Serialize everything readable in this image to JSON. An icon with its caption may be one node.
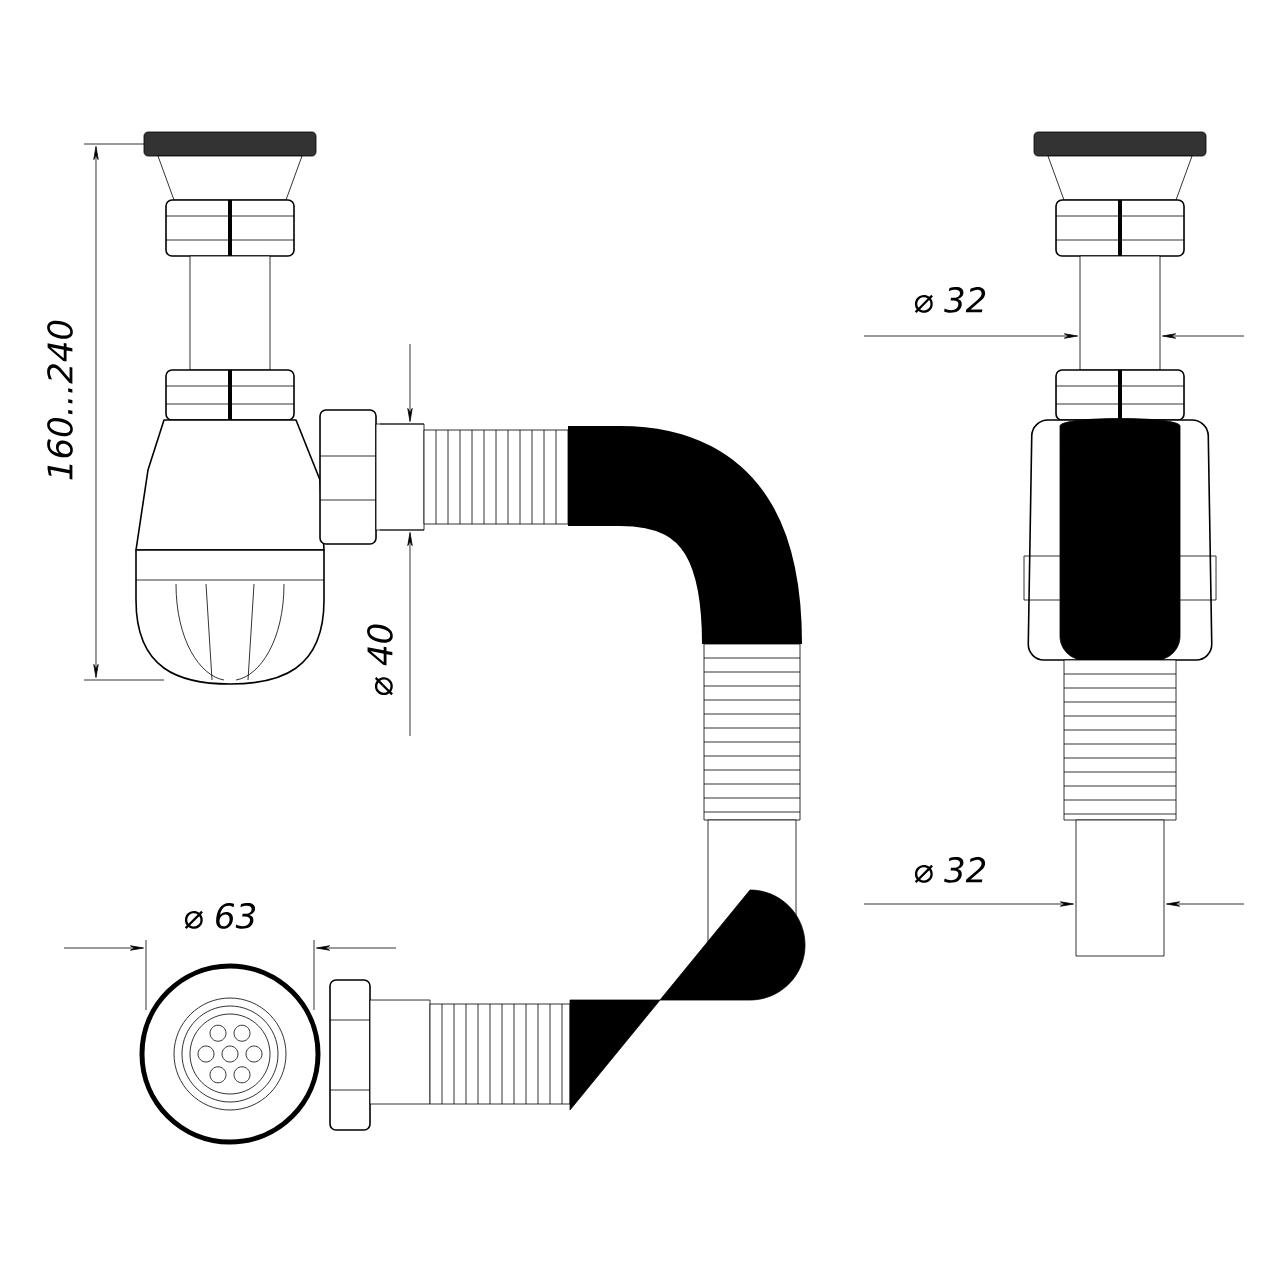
{
  "diagram": {
    "labels": [
      "160...240",
      "⌀ 40",
      "⌀ 32",
      "⌀ 32",
      "⌀ 63"
    ]
  }
}
